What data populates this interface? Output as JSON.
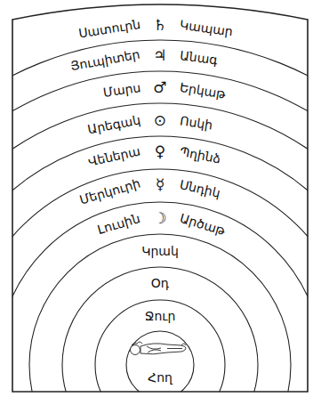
{
  "diagram": {
    "nodes": [
      {
        "text": [
          "Սատուրն",
          "♄",
          "Կապար"
        ]
      },
      {
        "text": [
          "Յուպիտեր",
          "♃",
          "Անագ"
        ]
      },
      {
        "text": [
          "Մարս",
          "♂",
          "Երկաթ"
        ]
      },
      {
        "text": [
          "Արեգակ",
          "⊙",
          "Ոսկի"
        ]
      },
      {
        "text": [
          "Վեներա",
          "♀",
          "Պղինձ"
        ]
      },
      {
        "text": [
          "Մերկուրի",
          "☿",
          "Սնդիկ"
        ]
      },
      {
        "text": [
          "Լուսին",
          "☽",
          "Արծաթ"
        ]
      },
      {
        "text": [
          "Կրակ"
        ]
      },
      {
        "text": [
          "Օդ"
        ]
      },
      {
        "text": [
          "Ջուր"
        ]
      },
      {
        "text": [
          "Հող"
        ]
      }
    ]
  }
}
